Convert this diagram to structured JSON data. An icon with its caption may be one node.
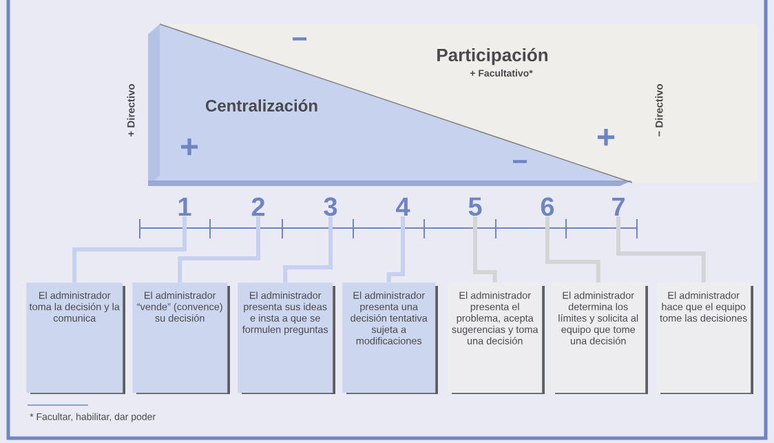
{
  "diagram": {
    "nodes": [
      {
        "text": [
          "1"
        ]
      },
      {
        "text": [
          "2"
        ]
      },
      {
        "text": [
          "3"
        ]
      },
      {
        "text": [
          "4"
        ]
      },
      {
        "text": [
          "5"
        ]
      },
      {
        "text": [
          "6"
        ]
      },
      {
        "text": [
          "7"
        ]
      },
      {
        "text": [
          "El administrador toma la decisión y la comunica"
        ]
      },
      {
        "text": [
          "El administrador “vende” (convence) su decisión"
        ]
      },
      {
        "text": [
          "El administrador presenta sus ideas e insta a que se formulen preguntas"
        ]
      },
      {
        "text": [
          "El administrador presenta una decisión tentativa sujeta a modificaciones"
        ]
      },
      {
        "text": [
          "El administrador presenta el problema, acepta sugerencias y toma una decisión"
        ]
      },
      {
        "text": [
          "El administrador determina los límites y solicita al equipo que tome una decisión"
        ]
      },
      {
        "text": [
          "El administrador hace que el equipo tome las decisiones"
        ]
      }
    ],
    "edges": [
      {
        "from": 0,
        "to": 7,
        "arrow": "none"
      },
      {
        "from": 1,
        "to": 8,
        "arrow": "none"
      },
      {
        "from": 2,
        "to": 9,
        "arrow": "none"
      },
      {
        "from": 3,
        "to": 10,
        "arrow": "none"
      },
      {
        "from": 4,
        "to": 11,
        "arrow": "none"
      },
      {
        "from": 5,
        "to": 12,
        "arrow": "none"
      },
      {
        "from": 6,
        "to": 13,
        "arrow": "none"
      }
    ],
    "labels": [
      "−",
      "Participación",
      "+ Facultativo*",
      "+ Directivo",
      "Centralización",
      "+",
      "−",
      "+",
      "− Directivo",
      "* Facultar, habilitar, dar poder"
    ]
  }
}
